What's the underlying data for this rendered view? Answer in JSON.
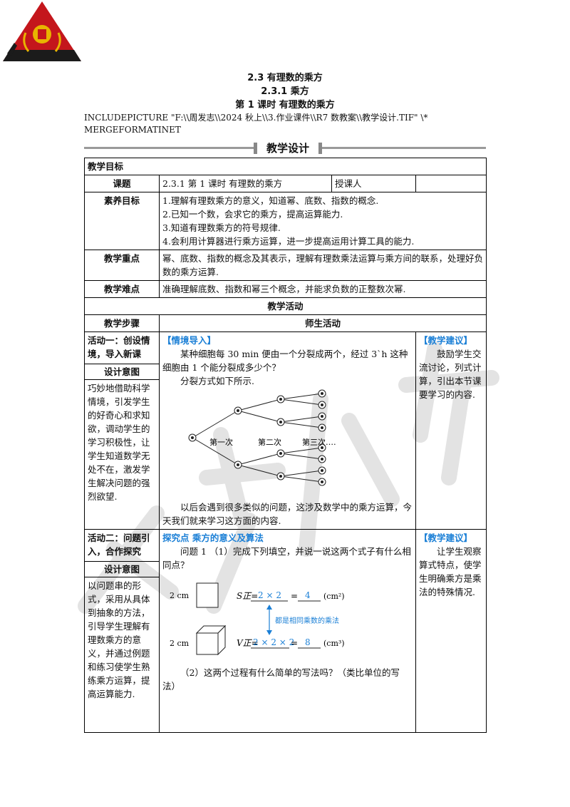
{
  "header": {
    "title1": "2.3  有理数的乘方",
    "title2": "2.3.1  乘方",
    "title3": "第 1 课时  有理数的乘方",
    "include_line1": "INCLUDEPICTURE  \"F:\\\\周发志\\\\2024 秋上\\\\3.作业课件\\\\R7 数教案\\\\教学设计.TIF\" \\*",
    "include_line2": "MERGEFORMATINET",
    "banner": "教学设计"
  },
  "goals": {
    "section": "教学目标",
    "topic_label": "课题",
    "topic_value": "2.3.1  第 1 课时  有理数的乘方",
    "teacher_label": "授课人",
    "teacher_value": "",
    "literacy_label": "素养目标",
    "literacy_items": [
      "1.理解有理数乘方的意义，知道幂、底数、指数的概念.",
      "2.已知一个数，会求它的乘方，提高运算能力.",
      "3.知道有理数乘方的符号规律.",
      "4.会利用计算器进行乘方运算，进一步提高运用计算工具的能力."
    ],
    "key_label": "教学重点",
    "key_value": "幂、底数、指数的概念及其表示，理解有理数乘法运算与乘方间的联系，处理好负数的乘方运算.",
    "difficulty_label": "教学难点",
    "difficulty_value": "准确理解底数、指数和幂三个概念，并能求负数的正整数次幂."
  },
  "activities": {
    "section": "教学活动",
    "steps_label": "教学步骤",
    "teacher_student_label": "师生活动",
    "activity1": {
      "name": "活动一：创设情境，导入新课",
      "design_label": "设计意图",
      "design_text": "巧妙地借助科学情境，引发学生的好奇心和求知欲，调动学生的学习积极性，让学生知道数学无处不在，激发学生解决问题的强烈欲望.",
      "tag": "【情境导入】",
      "para1": "某种细胞每 30 min 便由一个分裂成两个，经过 3`h 这种细胞由 1 个能分裂成多少个？",
      "para2": "分裂方式如下所示.",
      "diagram_labels": [
        "第一次",
        "第二次",
        "第三次……"
      ],
      "para3": "以后会遇到很多类似的问题，这涉及数学中的乘方运算，今天我们就来学习这方面的内容.",
      "suggest_tag": "【教学建议】",
      "suggest_text": "鼓励学生交流讨论，列式计算，引出本节课要学习的内容."
    },
    "activity2": {
      "name": "活动二：问题引入，合作探究",
      "design_label": "设计意图",
      "design_text": "以问题串的形式，采用从具体到抽象的方法，引导学生理解有理数乘方的意义，并通过例题和练习使学生熟练乘方运算，提高运算能力.",
      "tag": "探究点  乘方的意义及算法",
      "q1": "问题 1 （1）完成下列填空，并说一说这两个式子有什么相同点？",
      "fig": {
        "side1": "2 cm",
        "side2": "2 cm",
        "s_label": "S正=",
        "s_expr": "2 × 2",
        "s_val": "4",
        "s_unit": "(cm²)",
        "v_label": "V正=",
        "v_expr": "2 × 2 × 2",
        "v_val": "8",
        "v_unit": "(cm³)",
        "note": "都是相同乘数的乘法"
      },
      "q2": "（2）这两个过程有什么简单的写法吗？（类比单位的写法）",
      "suggest_tag": "【教学建议】",
      "suggest_text": "让学生观察算式特点，使学生明确乘方是乘法的特殊情况."
    }
  },
  "colors": {
    "accent": "#1a7fd6",
    "logo_red": "#c4161c",
    "logo_dark": "#1b1b1b",
    "logo_gold": "#e8b400"
  }
}
